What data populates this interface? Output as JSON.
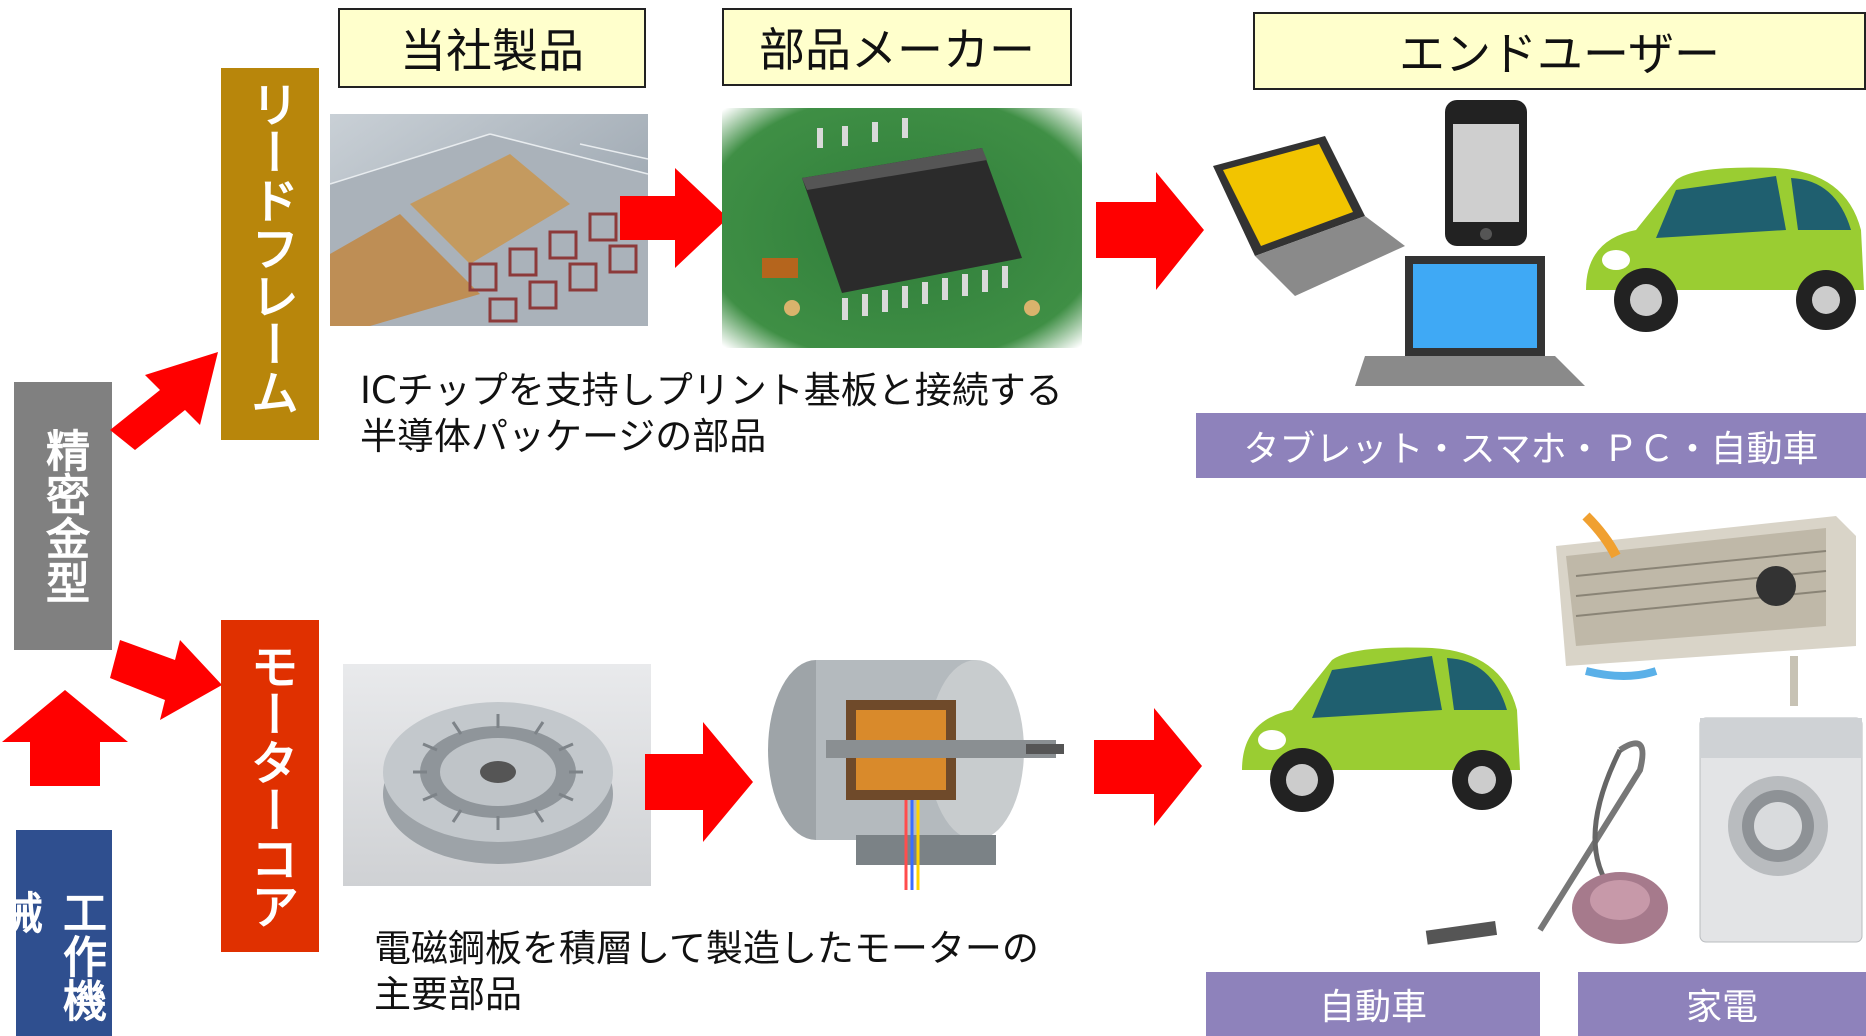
{
  "headers": {
    "our_products": "当社製品",
    "parts_makers": "部品メーカー",
    "end_users": "エンドユーザー"
  },
  "side_labels": {
    "precision_mold": "精密金型",
    "machine_tool": "工作機械"
  },
  "products": {
    "lead_frame": {
      "title": "リードフレーム",
      "caption_line1": "ICチップを支持しプリント基板と接続する",
      "caption_line2": "半導体パッケージの部品",
      "enduser_label": "タブレット・スマホ・ＰＣ・自動車"
    },
    "motor_core": {
      "title": "モーターコア",
      "caption_line1": "電磁鋼板を積層して製造したモーターの",
      "caption_line2": "主要部品",
      "enduser_label_car": "自動車",
      "enduser_label_appliance": "家電"
    }
  },
  "icons": {
    "lead_frame_image": "lead-frame-photo",
    "ic_chip_image": "ic-chip-on-pcb-photo",
    "devices_image": "laptop-tablet-phone-illustration",
    "car_image": "green-car-illustration",
    "stator_image": "motor-stator-core-photo",
    "motor_image": "cutaway-electric-motor-illustration",
    "aircon_image": "air-conditioner-illustration",
    "vacuum_image": "vacuum-cleaner-illustration",
    "washer_image": "washing-machine-illustration"
  },
  "colors": {
    "arrow": "#ff0000",
    "lead_frame_bg": "#b8860b",
    "motor_core_bg": "#e03000",
    "precision_mold_bg": "#808080",
    "machine_tool_bg": "#2f4f8f",
    "header_bg": "#ffffcc",
    "enduser_label_bg": "#8e82bb"
  }
}
